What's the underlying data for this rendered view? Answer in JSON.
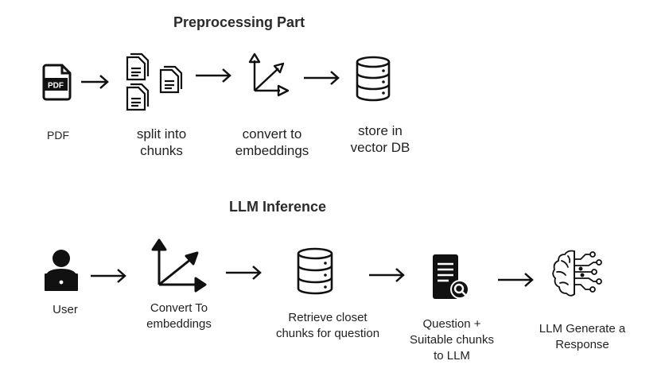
{
  "preprocessing": {
    "title": "Preprocessing Part",
    "steps": [
      {
        "icon": "pdf-file-icon",
        "label": "PDF"
      },
      {
        "icon": "documents-icon",
        "label": "split into\nchunks"
      },
      {
        "icon": "vector-axes-icon",
        "label": "convert to\nembeddings"
      },
      {
        "icon": "database-icon",
        "label": "store in\nvector DB"
      }
    ]
  },
  "inference": {
    "title": "LLM Inference",
    "steps": [
      {
        "icon": "user-laptop-icon",
        "label": "User"
      },
      {
        "icon": "vector-axes-icon",
        "label": "Convert To\nembeddings"
      },
      {
        "icon": "database-icon",
        "label": "Retrieve closet\nchunks for question"
      },
      {
        "icon": "document-search-icon",
        "label": "Question +\nSuitable chunks\nto LLM"
      },
      {
        "icon": "brain-circuit-icon",
        "label": "LLM Generate a\nResponse"
      }
    ]
  },
  "colors": {
    "stroke": "#111111",
    "text": "#222222",
    "background": "#ffffff"
  }
}
